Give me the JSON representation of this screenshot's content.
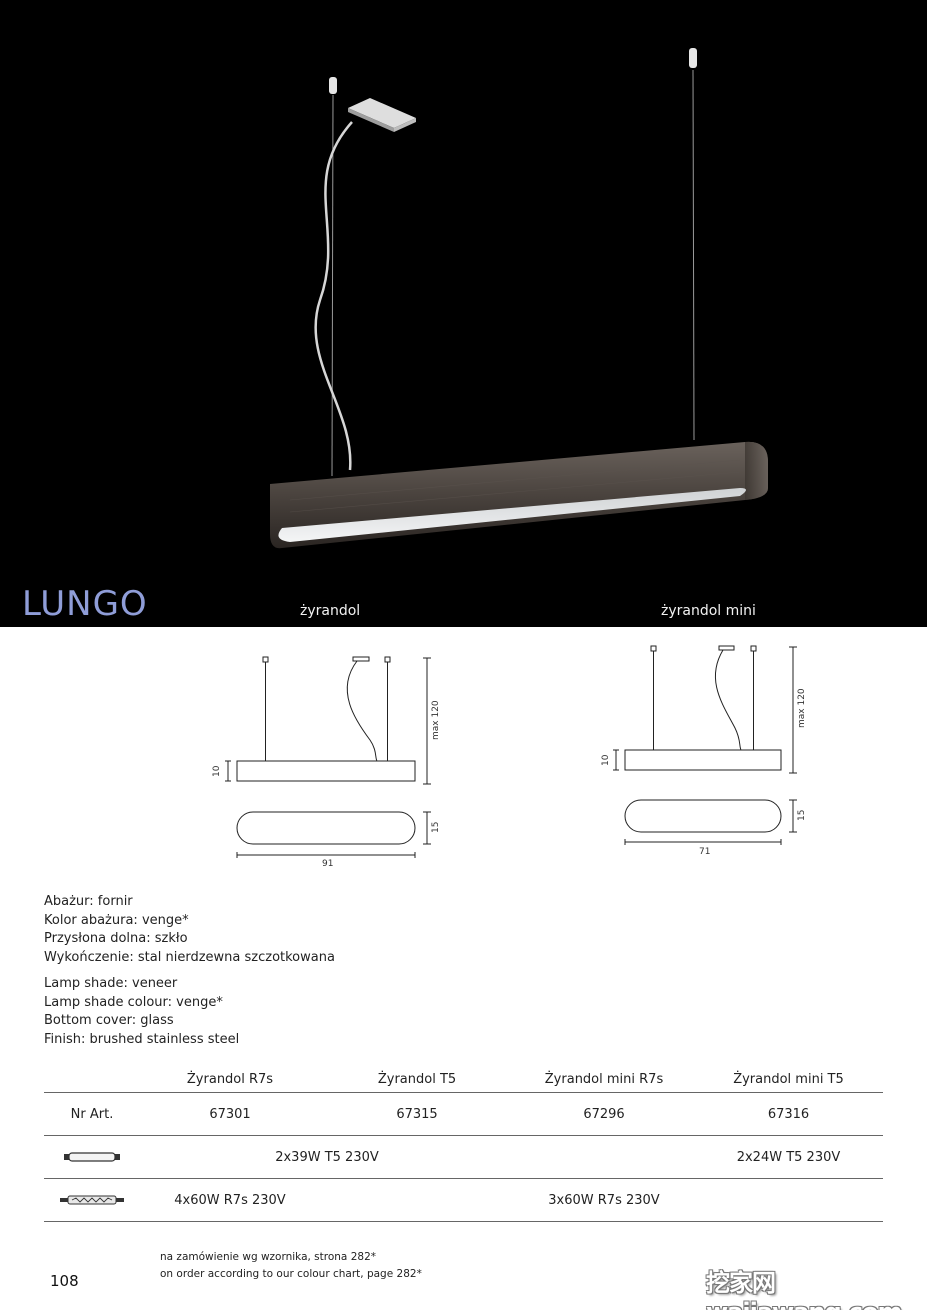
{
  "header": {
    "product_name": "LUNGO",
    "variant_left": "żyrandol",
    "variant_right": "żyrandol mini"
  },
  "drawings": {
    "large": {
      "height": "max 120",
      "thickness": "10",
      "depth": "15",
      "length": "91"
    },
    "mini": {
      "height": "max 120",
      "thickness": "10",
      "depth": "15",
      "length": "71"
    }
  },
  "specs_pl": [
    "Abażur: fornir",
    "Kolor abażura: venge*",
    "Przysłona dolna: szkło",
    "Wykończenie: stal nierdzewna szczotkowana"
  ],
  "specs_en": [
    "Lamp shade: veneer",
    "Lamp shade colour: venge*",
    "Bottom cover: glass",
    "Finish: brushed stainless steel"
  ],
  "table": {
    "columns": [
      "Żyrandol R7s",
      "Żyrandol T5",
      "Żyrandol mini R7s",
      "Żyrandol mini T5"
    ],
    "art_label": "Nr Art.",
    "art_numbers": [
      "67301",
      "67315",
      "67296",
      "67316"
    ],
    "t5_row": {
      "bulb_icon": "t5-tube-icon",
      "left": "2x39W T5 230V",
      "right": "2x24W T5 230V"
    },
    "r7s_row": {
      "bulb_icon": "r7s-halogen-icon",
      "left": "4x60W R7s 230V",
      "right": "3x60W R7s 230V"
    }
  },
  "footnote": {
    "pl": "na zamówienie wg wzornika, strona 282*",
    "en": "on order according to our colour chart, page 282*"
  },
  "page_number": "108",
  "watermark": "挖家网 wajiawang.com"
}
